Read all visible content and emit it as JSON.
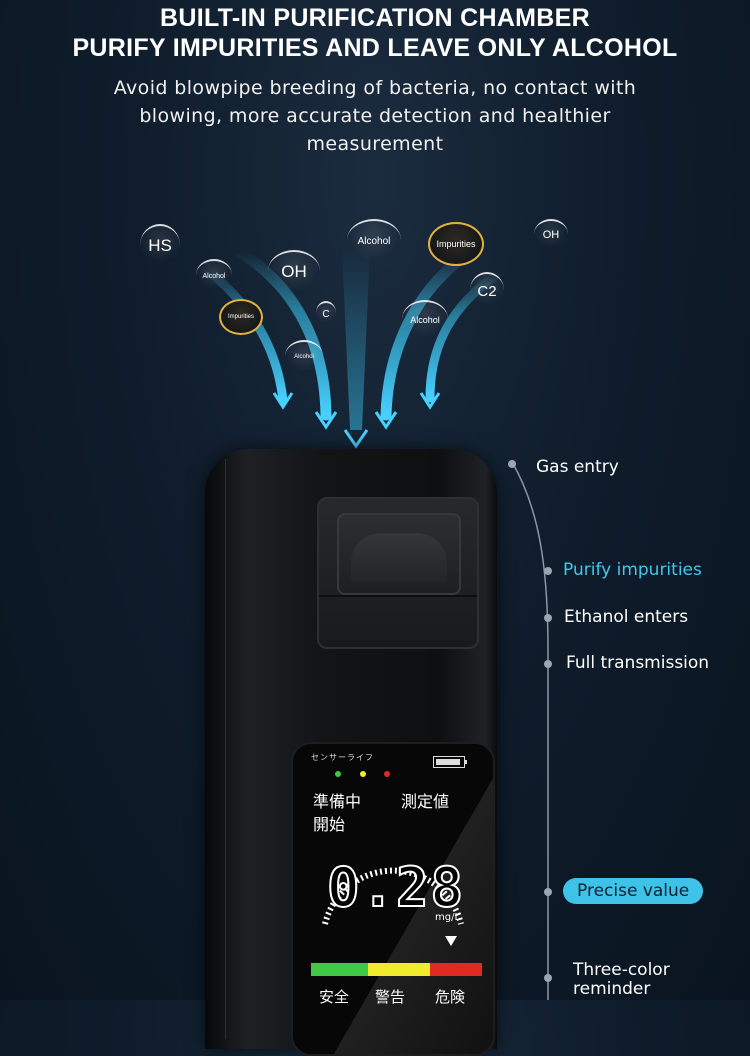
{
  "heading": {
    "line1": "BUILT-IN PURIFICATION CHAMBER",
    "line2": "PURIFY IMPURITIES AND LEAVE ONLY ALCOHOL"
  },
  "subtitle": {
    "line1": "Avoid blowpipe breeding of bacteria, no contact with",
    "line2": "blowing, more accurate detection and healthier",
    "line3": "measurement"
  },
  "molecules": {
    "hs": "HS",
    "alcohol_1": "Alcohol",
    "alcohol_2": "Alcohol",
    "alcohol_3": "Alcohol",
    "alcohol_4": "Alcohol",
    "impurities_1": "Impurities",
    "impurities_2": "Impurities",
    "oh_1": "OH",
    "oh_2": "OH",
    "c2": "C2",
    "c": "C"
  },
  "labels": {
    "gas_entry": "Gas entry",
    "purify": "Purify impurities",
    "ethanol": "Ethanol enters",
    "transmission": "Full transmission",
    "precise": "Precise value",
    "three_color_1": "Three-color",
    "three_color_2": "reminder"
  },
  "screen": {
    "sensor_life": "センサーライフ",
    "ready": "準備中",
    "measure": "測定値",
    "start": "開始",
    "reading": "0.28",
    "unit": "mg/L",
    "safe": "安全",
    "warning": "警告",
    "danger": "危険"
  },
  "colors": {
    "accent": "#3ec2e8",
    "arrow": "#37b7e0",
    "bar_green": "#3fc845",
    "bar_yellow": "#f2ea2c",
    "bar_red": "#e02a22"
  }
}
